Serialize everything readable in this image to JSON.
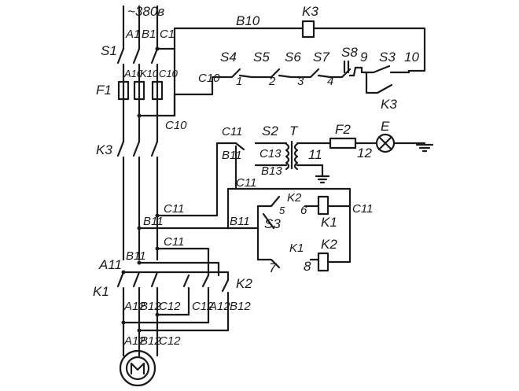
{
  "supply_voltage": "~380в",
  "phases": [
    "A1",
    "B1",
    "C1"
  ],
  "labels": {
    "S1": "S1",
    "F1": "F1",
    "K3_left": "K3",
    "K1_left": "K1",
    "K2_right": "K2",
    "B10": "B10",
    "K3_coil": "K3",
    "S4": "S4",
    "S5": "S5",
    "S6": "S6",
    "S7": "S7",
    "S8": "S8",
    "S3_top": "S3",
    "n9": "9",
    "n10": "10",
    "n1": "1",
    "n2": "2",
    "n3": "3",
    "n4": "4",
    "C10_a": "C10",
    "C10_b": "C10",
    "A10": "A10",
    "K10": "K10",
    "C10_c": "C10",
    "K3_contact": "K3",
    "C11_top": "C11",
    "S2": "S2",
    "T": "T",
    "F2": "F2",
    "E": "E",
    "B11_t": "B11",
    "C13": "C13",
    "B13": "B13",
    "n11": "11",
    "n12": "12",
    "C11_mid": "C11",
    "K2_ctrl": "K2",
    "n5": "5",
    "n6": "6",
    "K1_coil": "K1",
    "C11_r": "C11",
    "S3_mid": "S3",
    "K1_ctrl": "K1",
    "K2_coil": "K2",
    "n7": "7",
    "n8": "8",
    "C11_l1": "C11",
    "B11_l1": "B11",
    "B11_l2": "B11",
    "C11_l2": "C11",
    "B11_l3": "B11",
    "A11": "A11",
    "A12_a": "A12",
    "B12_a": "B12",
    "C12_a": "C12",
    "C12_b": "C12",
    "A12_b": "A12",
    "B12_b": "B12",
    "A12_c": "A12",
    "B12_c": "B12",
    "C12_c": "C12",
    "motor": "M"
  }
}
